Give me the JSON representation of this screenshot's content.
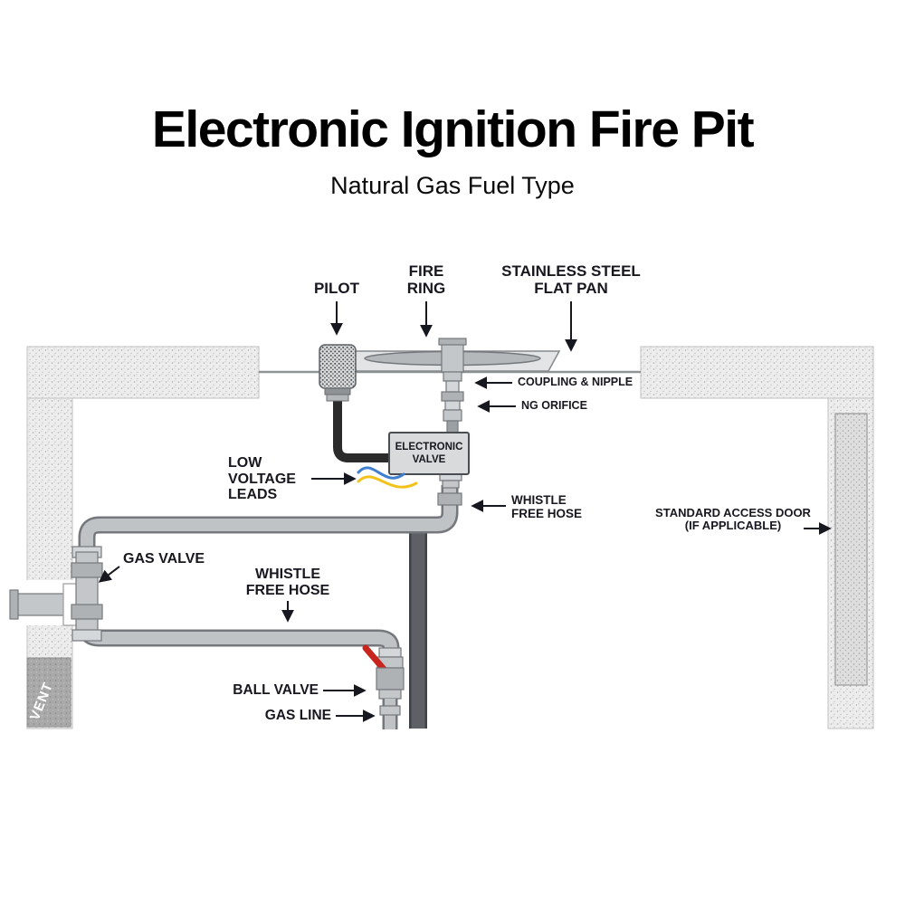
{
  "header": {
    "title": "Electronic Ignition Fire Pit",
    "subtitle": "Natural Gas Fuel Type"
  },
  "labels": {
    "pilot": "PILOT",
    "fire_ring": [
      "FIRE",
      "RING"
    ],
    "flat_pan": [
      "STAINLESS STEEL",
      "FLAT PAN"
    ],
    "coupling_nipple": "COUPLING & NIPPLE",
    "ng_orifice": "NG ORIFICE",
    "electronic_valve": [
      "ELECTRONIC",
      "VALVE"
    ],
    "low_voltage_leads": [
      "LOW",
      "VOLTAGE",
      "LEADS"
    ],
    "whistle_free_hose_upper": [
      "WHISTLE",
      "FREE HOSE"
    ],
    "standard_access_door": [
      "STANDARD ACCESS DOOR",
      "(IF APPLICABLE)"
    ],
    "gas_valve": "GAS VALVE",
    "whistle_free_hose_lower": [
      "WHISTLE",
      "FREE HOSE"
    ],
    "ball_valve": "BALL VALVE",
    "gas_line": "GAS LINE",
    "vent": "VENT"
  },
  "colors": {
    "label_text": "#17171f",
    "pipe_gray": "#bfc3c6",
    "pipe_outline": "#74787c",
    "dark_pipe": "#5d6165",
    "dark_pipe_outline": "#3f4347",
    "wire_blue": "#3f7fd0",
    "wire_yellow": "#f2c21c",
    "handle_red": "#c9251f",
    "hose_black": "#2b2b2b"
  }
}
